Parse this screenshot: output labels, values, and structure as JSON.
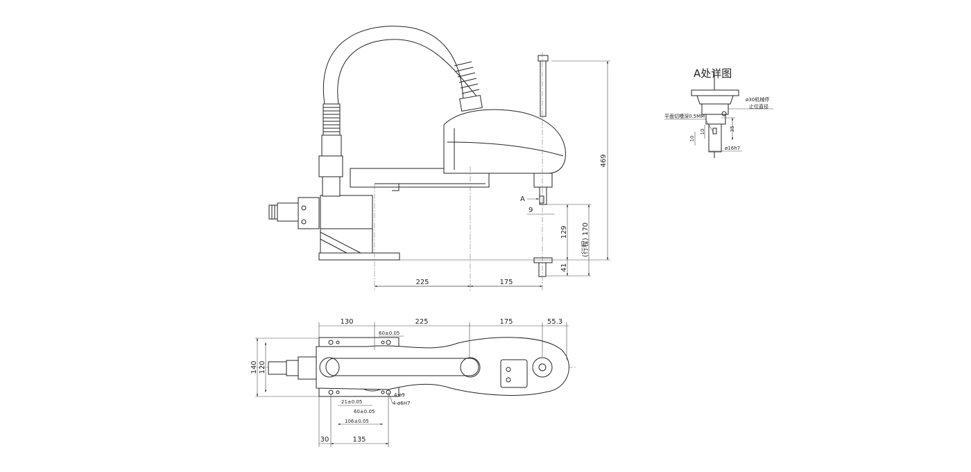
{
  "front_view": {
    "dims": {
      "height_total": "469",
      "arm1": "225",
      "arm2": "175",
      "shaft_dia": "9",
      "stroke_upper": "129",
      "stroke_total": "(行程) 170",
      "stroke_lower": "41"
    },
    "section_marker": "A"
  },
  "detail_view": {
    "title": "A处详图",
    "note_stop": "ø30机械停",
    "note_stop2": "止位直径",
    "note_flat": "平面切槽深0.5MM",
    "dims": {
      "d35": "35",
      "d10a": "10",
      "d10b": "10",
      "shaft": "ø16h7"
    }
  },
  "top_view": {
    "dims": {
      "base": "130",
      "arm1": "225",
      "arm2": "175",
      "tip": "55.3",
      "hole_spacing_top": "60±0.05",
      "width_outer": "140",
      "width_inner": "120",
      "holes_9": "4-ø9",
      "holes_6": "4-ø6H7",
      "offset_21": "21±0.05",
      "spacing_60": "60±0.05",
      "spacing_106": "106±0.05",
      "edge_30": "30",
      "base_135": "135"
    }
  }
}
